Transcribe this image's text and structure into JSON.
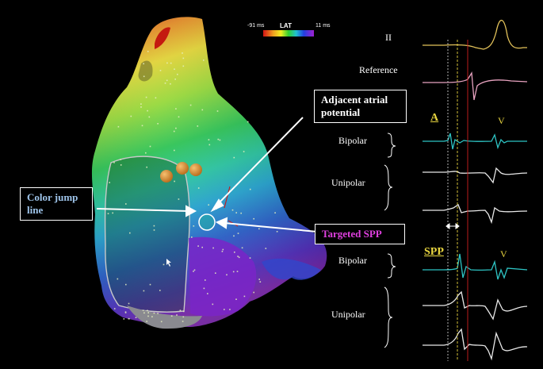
{
  "colors": {
    "background": "#000000",
    "ecg_trace": "#e3c25a",
    "reference_trace": "#e8a3c0",
    "bipolar_trace": "#2ec4c4",
    "unipolar_trace": "#e8e8e8",
    "color_jump_text": "#9ec4ea",
    "targeted_spp_text": "#e040e0",
    "marker_yellow": "#e9d640",
    "marker_red": "#d02020"
  },
  "lat_legend": {
    "min_label": "-91 ms",
    "title": "LAT",
    "max_label": "11 ms"
  },
  "callouts": {
    "adjacent_atrial": "Adjacent atrial potential",
    "color_jump": "Color jump line",
    "targeted_spp": "Targeted SPP"
  },
  "trace_labels": {
    "lead_ii": "II",
    "reference": "Reference",
    "bipolar_1": "Bipolar",
    "unipolar_1": "Unipolar",
    "bipolar_2": "Bipolar",
    "unipolar_2": "Unipolar"
  },
  "markers": {
    "a": "A",
    "v1": "V",
    "spp": "SPP",
    "v2": "V"
  }
}
